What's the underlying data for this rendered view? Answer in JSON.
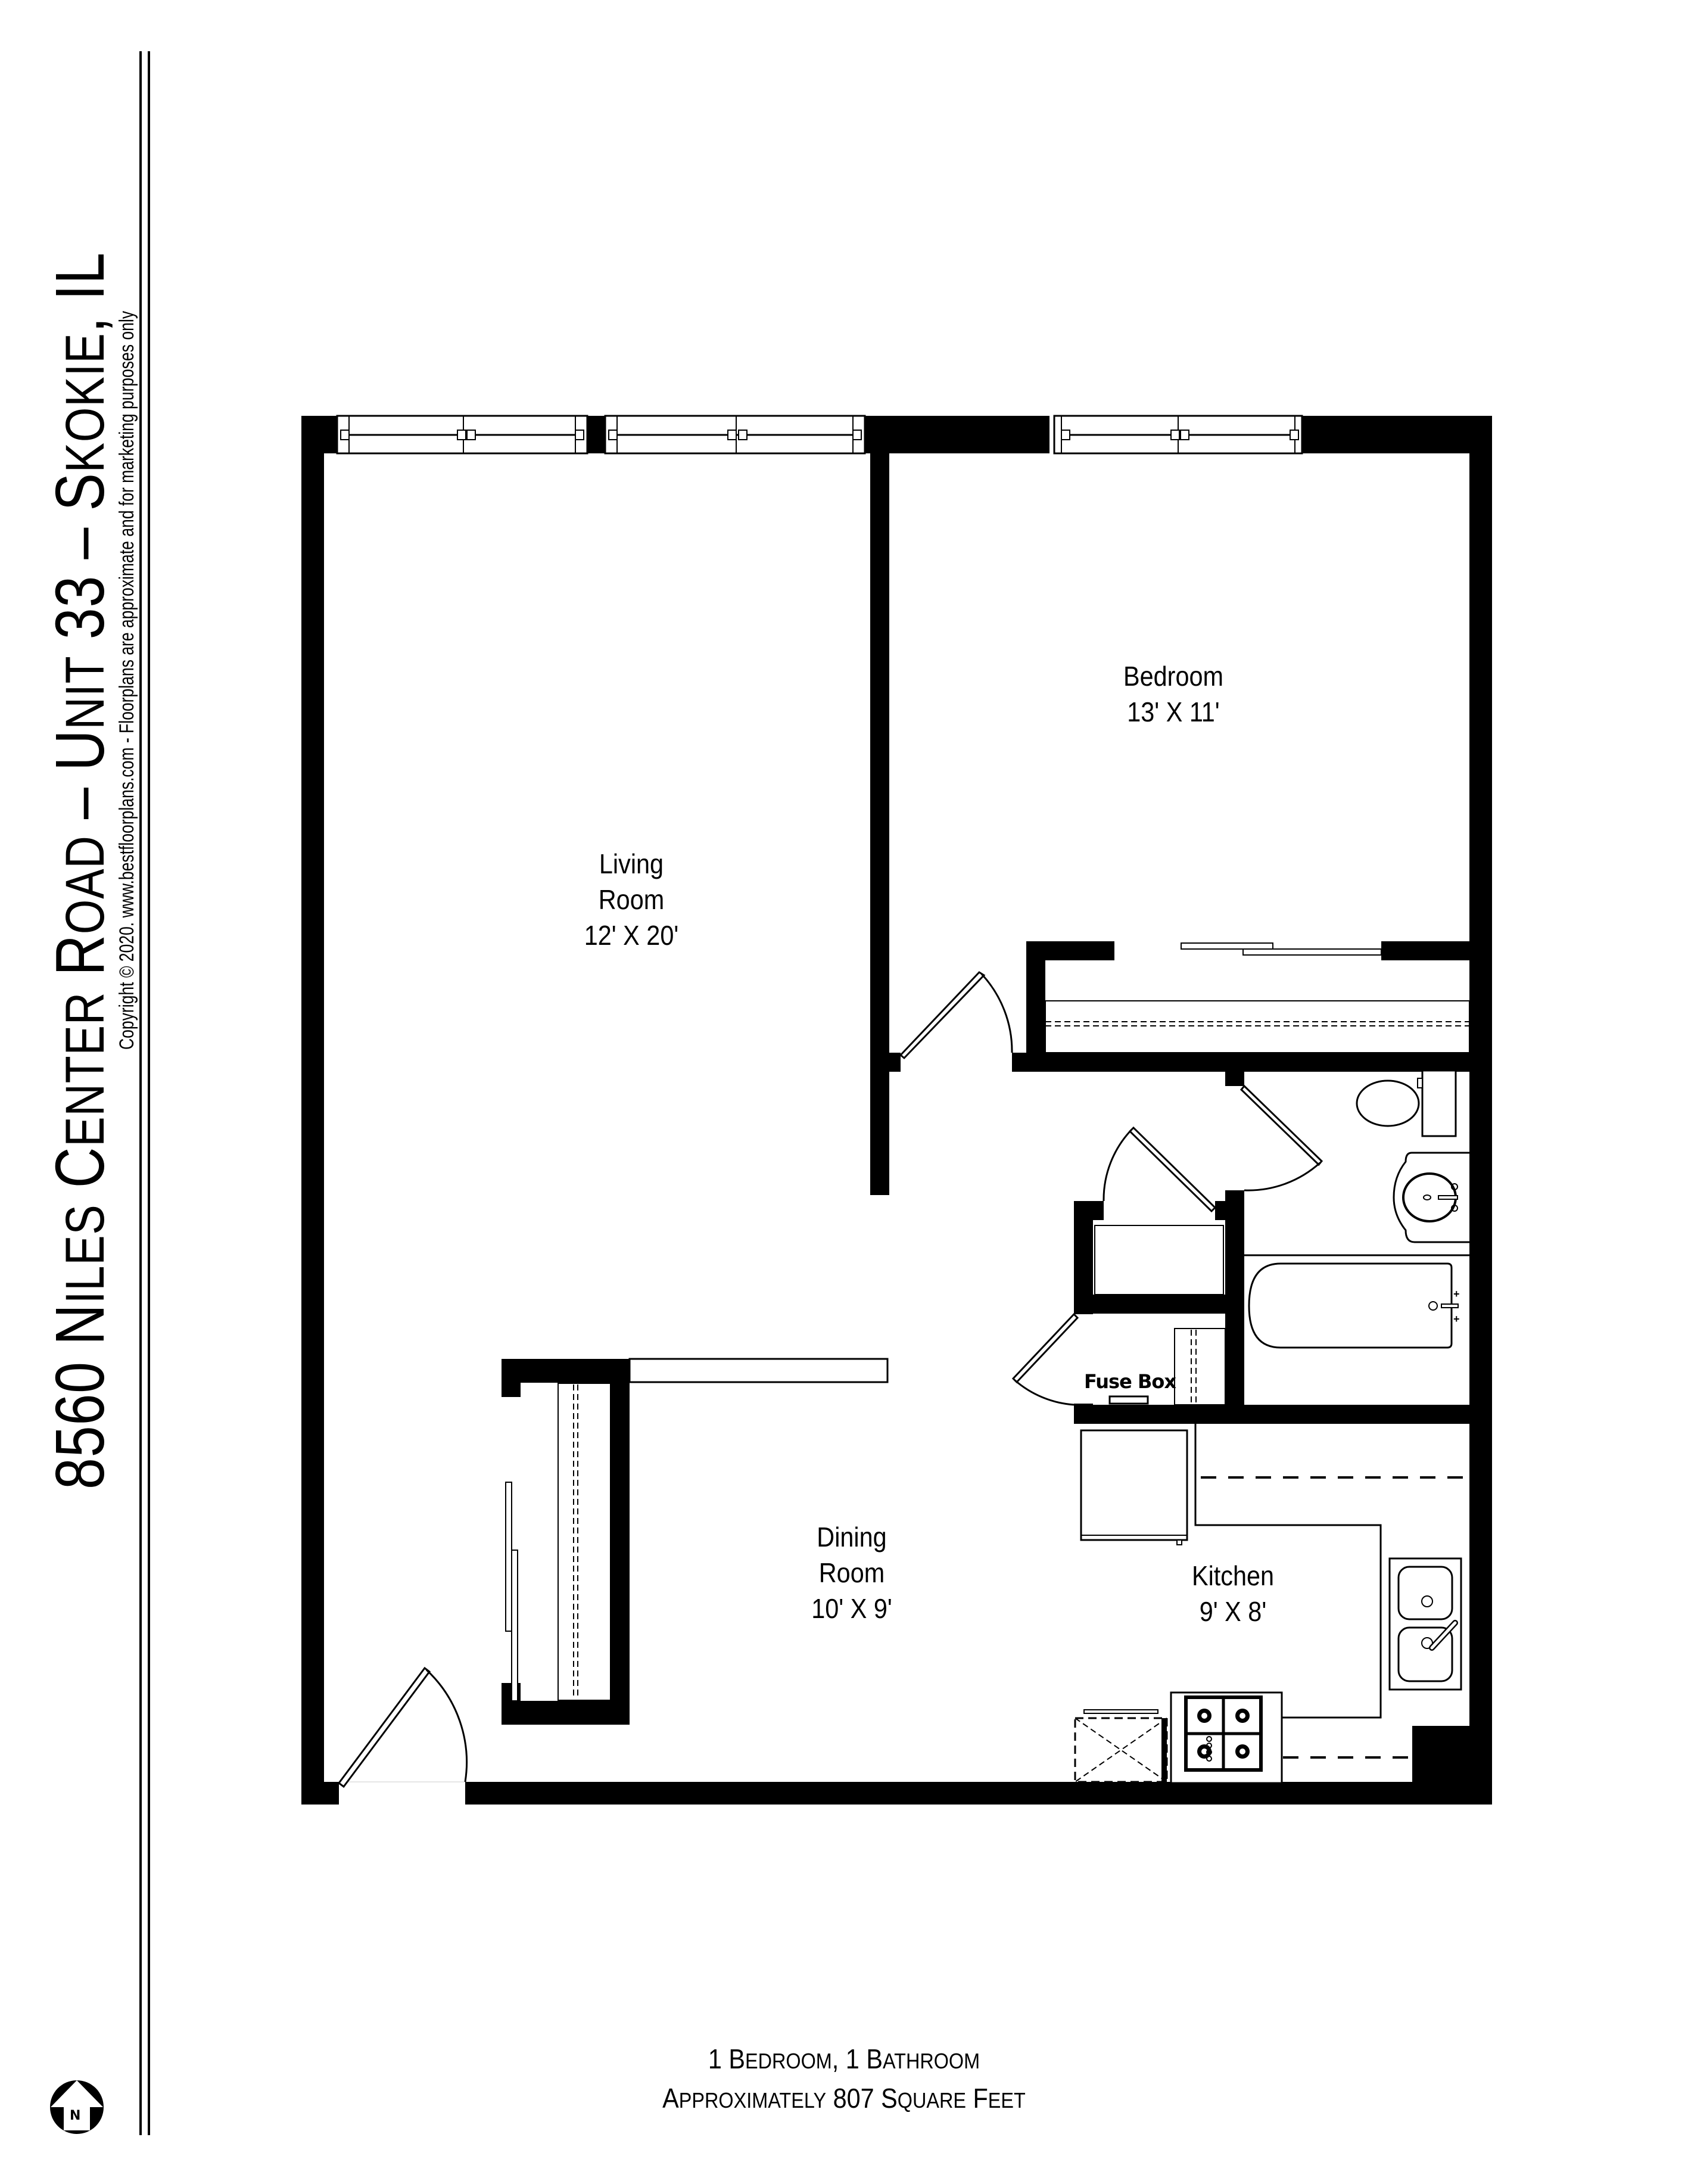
{
  "header": {
    "title_parts": [
      {
        "text": "8560 N",
        "small": false
      },
      {
        "text": "ILES",
        "small": true
      },
      {
        "text": " C",
        "small": false
      },
      {
        "text": "ENTER",
        "small": true
      },
      {
        "text": " R",
        "small": false
      },
      {
        "text": "OAD",
        "small": true
      },
      {
        "text": " – U",
        "small": false
      },
      {
        "text": "NIT",
        "small": true
      },
      {
        "text": " 33 – S",
        "small": false
      },
      {
        "text": "KOKIE",
        "small": true
      },
      {
        "text": ", IL",
        "small": false
      }
    ],
    "title_full": "8560 Niles Center Road – Unit 33 – Skokie, IL",
    "copyright": "Copyright © 2020. www.bestfloorplans.com - Floorplans are approximate and for marketing purposes only"
  },
  "rooms": {
    "living": {
      "name_line1": "Living",
      "name_line2": "Room",
      "dimensions": "12' X 20'"
    },
    "bedroom": {
      "name": "Bedroom",
      "dimensions": "13' X 11'"
    },
    "dining": {
      "name_line1": "Dining",
      "name_line2": "Room",
      "dimensions": "10' X 9'"
    },
    "kitchen": {
      "name": "Kitchen",
      "dimensions": "9' X 8'"
    }
  },
  "annotations": {
    "fuse_box": "Fuse Box"
  },
  "footer": {
    "line1_parts": [
      {
        "text": "1 B",
        "small": false
      },
      {
        "text": "EDROOM",
        "small": true
      },
      {
        "text": ", 1 B",
        "small": false
      },
      {
        "text": "ATHROOM",
        "small": true
      }
    ],
    "line2_parts": [
      {
        "text": "A",
        "small": false
      },
      {
        "text": "PPROXIMATELY",
        "small": true
      },
      {
        "text": " 807 S",
        "small": false
      },
      {
        "text": "QUARE",
        "small": true
      },
      {
        "text": " F",
        "small": false
      },
      {
        "text": "EET",
        "small": true
      }
    ],
    "summary": "1 Bedroom, 1 Bathroom",
    "area": "Approximately 807 Square Feet",
    "square_feet": 807,
    "bedrooms": 1,
    "bathrooms": 1
  },
  "compass": {
    "icon": "north-arrow-icon",
    "label": "N"
  },
  "colors": {
    "wall": "#000000",
    "background": "#ffffff"
  }
}
